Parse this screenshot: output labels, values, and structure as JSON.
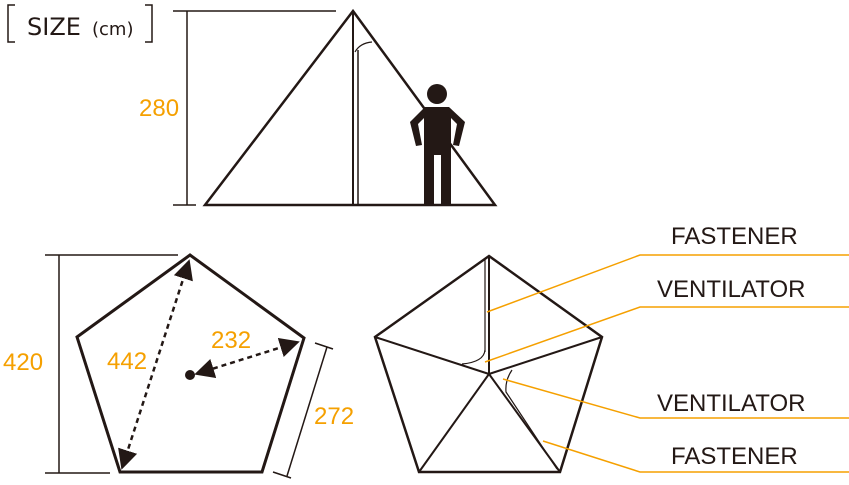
{
  "title": {
    "main": "SIZE",
    "unit": "(cm)"
  },
  "dimensions": {
    "height": "280",
    "depth": "420",
    "diagonal": "442",
    "radius": "232",
    "side": "272"
  },
  "callouts": [
    {
      "label": "FASTENER"
    },
    {
      "label": "VENTILATOR"
    },
    {
      "label": "VENTILATOR"
    },
    {
      "label": "FASTENER"
    }
  ],
  "colors": {
    "accent": "#f5a000",
    "line": "#231815"
  }
}
